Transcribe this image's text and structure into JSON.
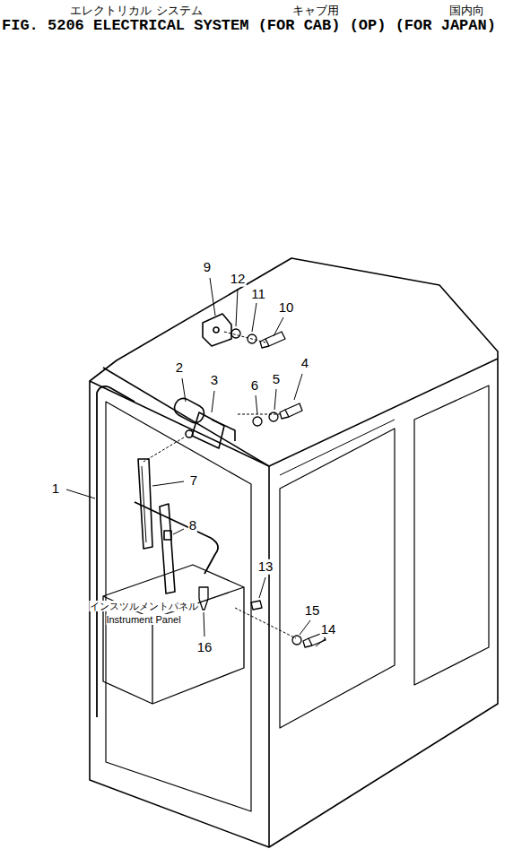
{
  "diagram": {
    "title": "FIG. 5206 ELECTRICAL SYSTEM (FOR CAB) (OP) (FOR JAPAN)",
    "labels": [
      "エレクトリカル システム",
      "キャブ用",
      "国内向",
      "9",
      "12",
      "11",
      "10",
      "2",
      "3",
      "6",
      "5",
      "4",
      "1",
      "7",
      "8",
      "13",
      "15",
      "14",
      "16",
      "インスツルメントパネル",
      "Instrument Panel"
    ]
  }
}
